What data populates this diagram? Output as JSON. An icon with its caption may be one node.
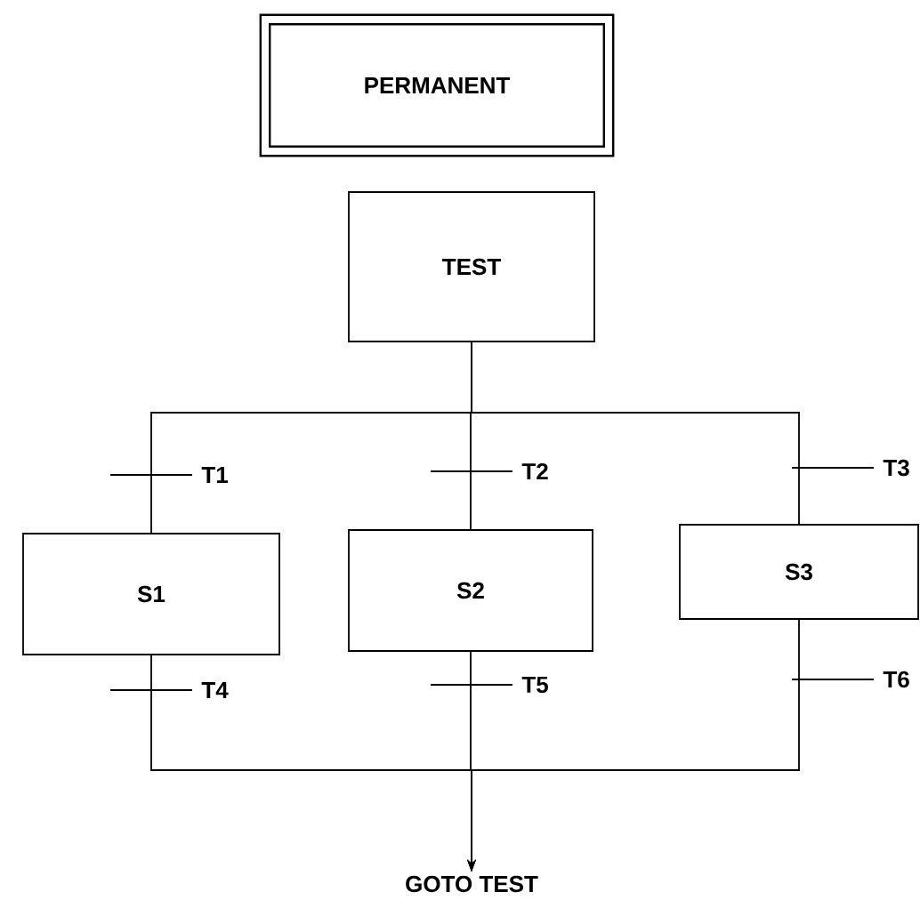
{
  "diagram": {
    "nodes": [
      {
        "text": [
          "PERMANENT"
        ]
      },
      {
        "text": [
          "TEST"
        ]
      },
      {
        "text": [
          "S1"
        ]
      },
      {
        "text": [
          "S2"
        ]
      },
      {
        "text": [
          "S3"
        ]
      },
      {
        "text": [
          "GOTO TEST"
        ]
      }
    ],
    "edges": [
      {
        "from": 1,
        "to": 2,
        "arrow": "none"
      },
      {
        "from": 1,
        "to": 3,
        "arrow": "none"
      },
      {
        "from": 1,
        "to": 4,
        "arrow": "none"
      },
      {
        "from": 2,
        "to": 5,
        "arrow": "to"
      },
      {
        "from": 3,
        "to": 5,
        "arrow": "to"
      },
      {
        "from": 4,
        "to": 5,
        "arrow": "to"
      }
    ],
    "labels": [
      "T1",
      "T2",
      "T3",
      "T4",
      "T5",
      "T6"
    ]
  }
}
